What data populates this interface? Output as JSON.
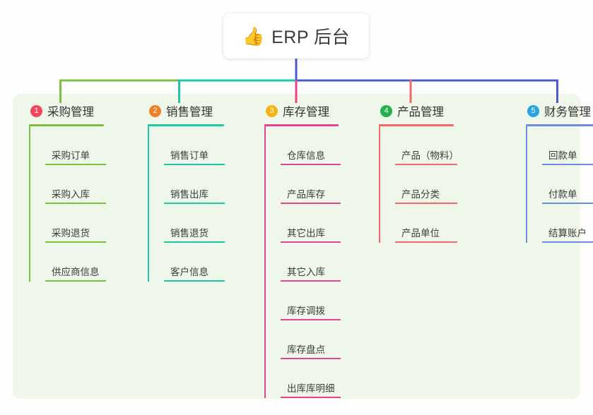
{
  "root": {
    "emoji": "👍",
    "emoji_name": "thumbs-up-icon",
    "title": "ERP 后台"
  },
  "colors": {
    "page_background": "#fefefe",
    "panel_background": "#eef7e9",
    "root_card_background": "#ffffff",
    "title_text": "#3a3a3a",
    "leaf_text": "#3c3c3c",
    "connector_green": "#7ac143",
    "connector_teal": "#1dc9a4",
    "connector_purple": "#4a5ccb",
    "connector_pink": "#e9438f",
    "connector_red": "#f06a6a",
    "connector_blue_root": "#4a5ccb"
  },
  "columns": [
    {
      "index": "1",
      "badge_color": "#f2455c",
      "line_color": "#7ac143",
      "title": "采购管理",
      "items": [
        "采购订单",
        "采购入库",
        "采购退货",
        "供应商信息"
      ]
    },
    {
      "index": "2",
      "badge_color": "#f07d2a",
      "line_color": "#1dc9a4",
      "title": "销售管理",
      "items": [
        "销售订单",
        "销售出库",
        "销售退货",
        "客户信息"
      ]
    },
    {
      "index": "3",
      "badge_color": "#f5b315",
      "line_color": "#e9438f",
      "title": "库存管理",
      "items": [
        "仓库信息",
        "产品库存",
        "其它出库",
        "其它入库",
        "库存调拨",
        "库存盘点",
        "出库库明细"
      ]
    },
    {
      "index": "4",
      "badge_color": "#22b24c",
      "line_color": "#f06a6a",
      "title": "产品管理",
      "items": [
        "产品（物料）",
        "产品分类",
        "产品单位"
      ]
    },
    {
      "index": "5",
      "badge_color": "#29a5dd",
      "line_color": "#6f8de0",
      "title": "财务管理",
      "items": [
        "回款单",
        "付款单",
        "结算账户"
      ]
    }
  ]
}
